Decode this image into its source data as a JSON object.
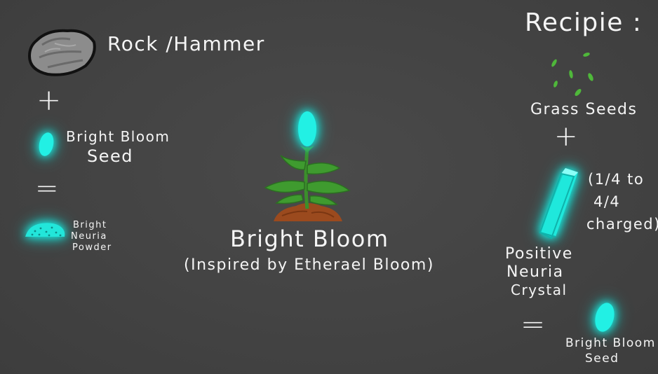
{
  "left": {
    "tool_label": "Rock /Hammer",
    "plus": "+",
    "seed_label_line1": "Bright Bloom",
    "seed_label_line2": "Seed",
    "equals": "=",
    "powder_line1": "Bright",
    "powder_line2": "Neuria",
    "powder_line3": "Powder"
  },
  "center": {
    "title": "Bright Bloom",
    "subtitle": "(Inspired by Etherael Bloom)"
  },
  "right": {
    "heading": "Recipie :",
    "grass_label": "Grass Seeds",
    "plus": "+",
    "charge_line1": "(1/4 to",
    "charge_line2": "4/4",
    "charge_line3": "charged)",
    "crystal_line1": "Positive",
    "crystal_line2": "Neuria",
    "crystal_line3": "Crystal",
    "equals": "=",
    "result_line1": "Bright Bloom",
    "result_line2": "Seed"
  },
  "colors": {
    "background": "#444444",
    "glow": "#19f2e6",
    "leaf": "#3f9b2f",
    "soil": "#9b4a1e",
    "rock": "#8a8a8a",
    "text": "#f5f5f5"
  },
  "icons": [
    "rock-icon",
    "glowing-seed-icon",
    "neuria-powder-icon",
    "bright-bloom-plant-icon",
    "grass-seeds-icon",
    "neuria-crystal-icon"
  ]
}
